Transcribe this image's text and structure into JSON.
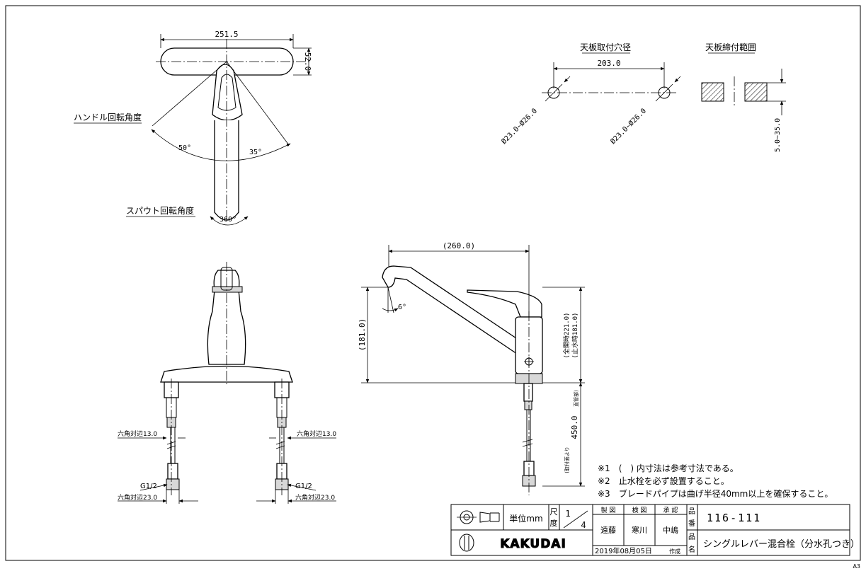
{
  "top_view": {
    "width_dim": "251.5",
    "height_dim": "52.0",
    "handle_rotation_label": "ハンドル回転角度",
    "angle_left": "50°",
    "angle_right": "35°",
    "spout_rotation_label": "スパウト回転角度",
    "spout_angle": "360°"
  },
  "mount_hole": {
    "title": "天板取付穴径",
    "spacing_dim": "203.0",
    "hole_dia_left": "Ø23.0~Ø26.0",
    "hole_dia_right": "Ø23.0~Ø26.0"
  },
  "counter_range": {
    "title": "天板締付範囲",
    "thickness_dim": "5.0~35.0"
  },
  "front_view": {
    "hex_left_top": "六角対辺13.0",
    "hex_right_top": "六角対辺13.0",
    "g_left": "G1/2",
    "g_right": "G1/2",
    "hex_left_bottom": "六角対辺23.0",
    "hex_right_bottom": "六角対辺23.0"
  },
  "side_view": {
    "reach_dim": "(260.0)",
    "height_dim": "(181.0)",
    "tilt_angle": "6°",
    "open_height": "(全開時221.0)",
    "closed_height": "(止水時181.0)",
    "hose_length": "450.0",
    "hose_note_1": "(取付面より",
    "hose_note_2": "直管部)"
  },
  "notes": [
    "※1　(　) 内寸法は参考寸法である。",
    "※2　止水栓を必ず設置すること。",
    "※3　ブレードパイプは曲げ半径40mm以上を確保すること。"
  ],
  "title_block": {
    "unit_label": "単位mm",
    "scale_label_1": "尺",
    "scale_label_2": "度",
    "scale_num": "1",
    "scale_den": "4",
    "made_label": "製 図",
    "checked_label": "検 図",
    "approved_label": "承 認",
    "made_by": "遠藤",
    "checked_by": "寒川",
    "approved_by": "中嶋",
    "date": "2019年08月05日",
    "created_label": "作成",
    "part_no_label_1": "品",
    "part_no_label_2": "番",
    "part_no": "116-111",
    "part_name_label_1": "品",
    "part_name_label_2": "名",
    "part_name": "シングルレバー混合栓（分水孔つき）",
    "brand": "KAKUDAI",
    "sheet_size": "A3"
  }
}
